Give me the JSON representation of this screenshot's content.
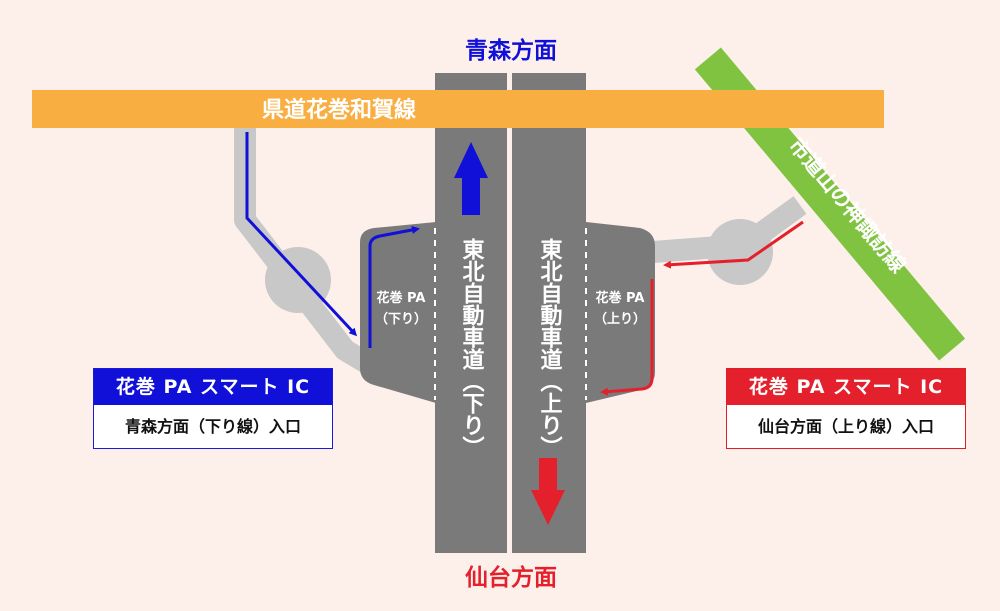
{
  "directions": {
    "north": "青森方面",
    "south": "仙台方面"
  },
  "roads": {
    "prefectural": "県道花巻和賀線",
    "city": "市道山の神諏訪線",
    "expressway_down": "東北自動車道（下り）",
    "expressway_up": "東北自動車道（上り）"
  },
  "pa": {
    "down": {
      "line1": "花巻 PA",
      "line2": "（下り）"
    },
    "up": {
      "line1": "花巻 PA",
      "line2": "（上り）"
    }
  },
  "boxes": {
    "down": {
      "title": "花巻 PA スマート IC",
      "subtitle": "青森方面（下り線）入口"
    },
    "up": {
      "title": "花巻 PA スマート IC",
      "subtitle": "仙台方面（上り線）入口"
    }
  },
  "colors": {
    "background": "#fdf0ea",
    "expressway": "#7a7a7a",
    "ramp": "#c8c8c8",
    "prefectural_road": "#f8ae40",
    "city_road": "#80c341",
    "blue": "#1010d8",
    "red": "#e3202c"
  }
}
